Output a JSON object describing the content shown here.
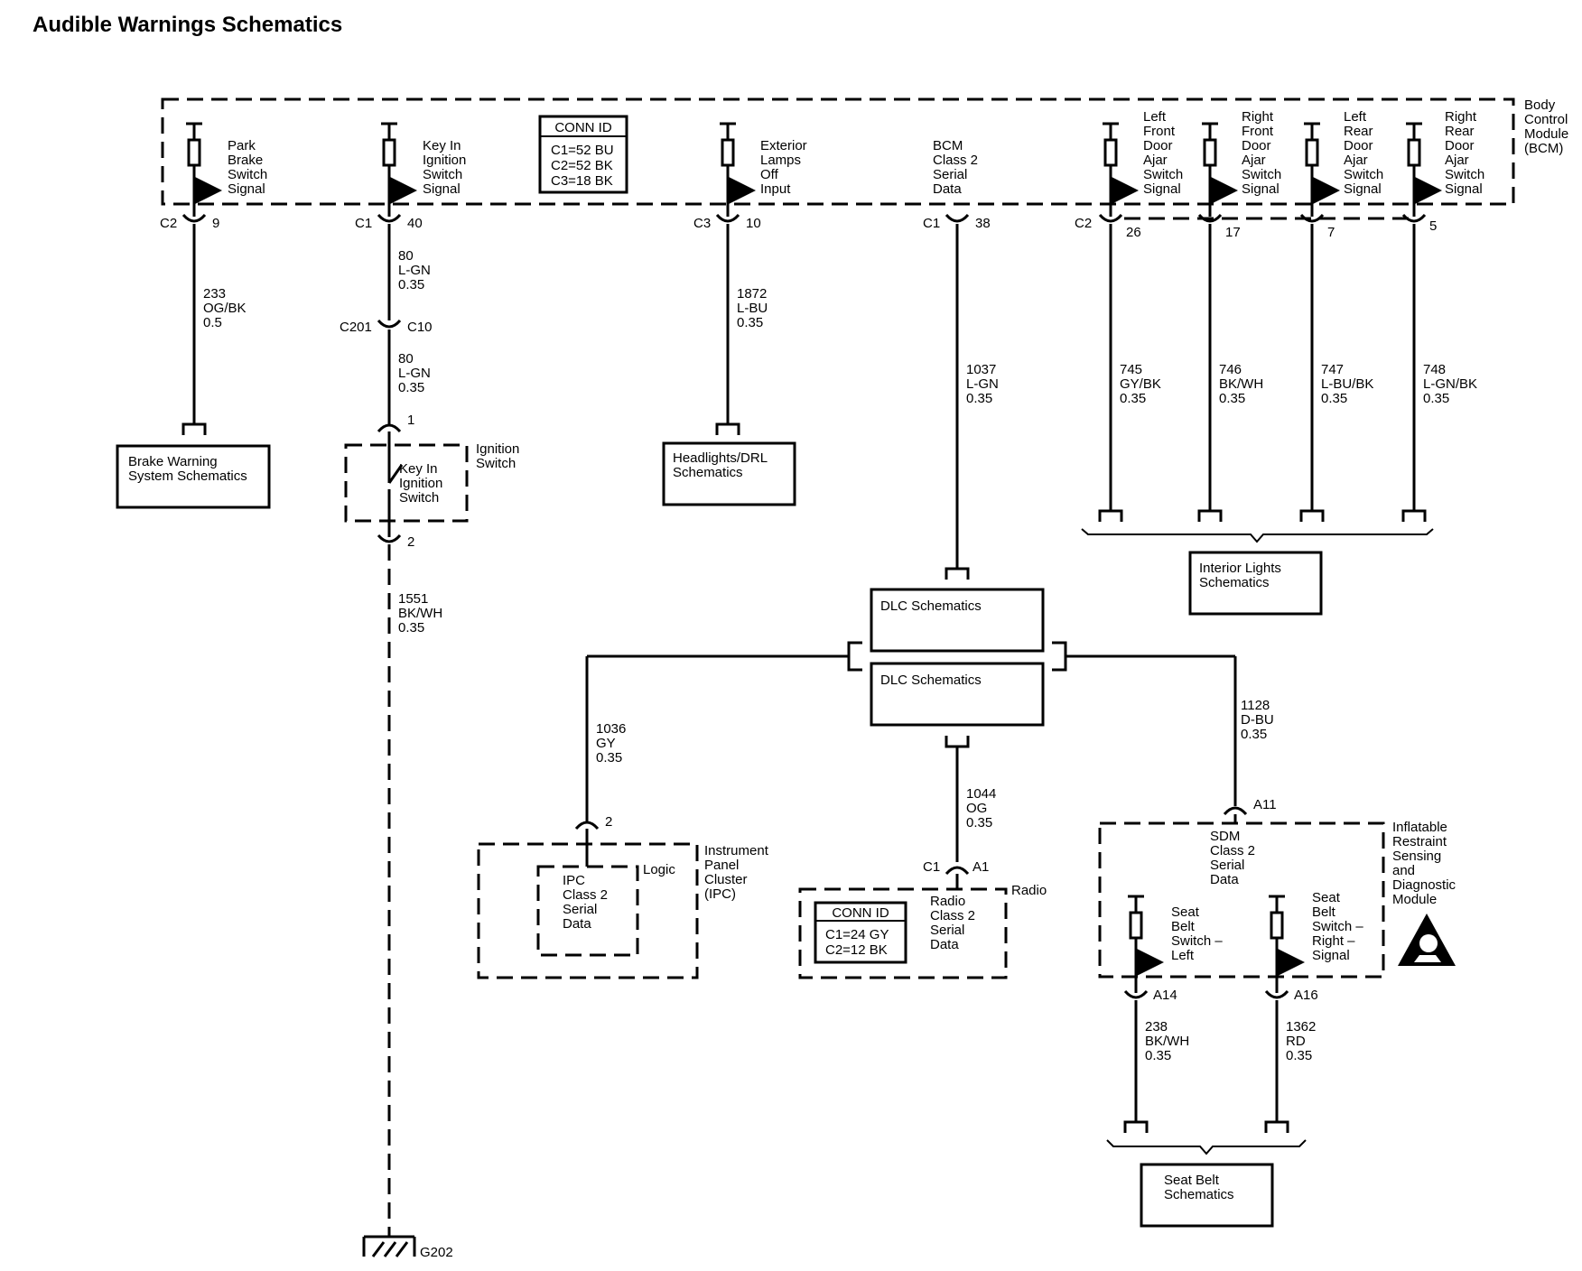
{
  "title": "Audible Warnings Schematics",
  "bcm": {
    "label": [
      "Body",
      "Control",
      "Module",
      "(BCM)"
    ],
    "conn_id": {
      "header": "CONN ID",
      "rows": [
        "C1=52 BU",
        "C2=52 BK",
        "C3=18 BK"
      ]
    },
    "signals": {
      "park_brake": [
        "Park",
        "Brake",
        "Switch",
        "Signal"
      ],
      "key_in": [
        "Key In",
        "Ignition",
        "Switch",
        "Signal"
      ],
      "exterior_lamps": [
        "Exterior",
        "Lamps",
        "Off",
        "Input"
      ],
      "bcm_class2": [
        "BCM",
        "Class 2",
        "Serial",
        "Data"
      ],
      "lf_door": [
        "Left",
        "Front",
        "Door",
        "Ajar",
        "Switch",
        "Signal"
      ],
      "rf_door": [
        "Right",
        "Front",
        "Door",
        "Ajar",
        "Switch",
        "Signal"
      ],
      "lr_door": [
        "Left",
        "Rear",
        "Door",
        "Ajar",
        "Switch",
        "Signal"
      ],
      "rr_door": [
        "Right",
        "Rear",
        "Door",
        "Ajar",
        "Switch",
        "Signal"
      ]
    }
  },
  "connectors": {
    "park_brake": {
      "conn": "C2",
      "pin": "9"
    },
    "key_in": {
      "conn": "C1",
      "pin": "40"
    },
    "exterior_lamps": {
      "conn": "C3",
      "pin": "10"
    },
    "bcm_class2": {
      "conn": "C1",
      "pin": "38"
    },
    "door_conn": "C2",
    "lf_pin": "26",
    "rf_pin": "17",
    "lr_pin": "7",
    "rr_pin": "5",
    "inline_left": "C201",
    "inline_right": "C10",
    "ign_pin1": "1",
    "ign_pin2": "2",
    "ground": "G202"
  },
  "wires": {
    "w233": [
      "233",
      "OG/BK",
      "0.5"
    ],
    "w80a": [
      "80",
      "L-GN",
      "0.35"
    ],
    "w80b": [
      "80",
      "L-GN",
      "0.35"
    ],
    "w1551": [
      "1551",
      "BK/WH",
      "0.35"
    ],
    "w1872": [
      "1872",
      "L-BU",
      "0.35"
    ],
    "w1037": [
      "1037",
      "L-GN",
      "0.35"
    ],
    "w745": [
      "745",
      "GY/BK",
      "0.35"
    ],
    "w746": [
      "746",
      "BK/WH",
      "0.35"
    ],
    "w747": [
      "747",
      "L-BU/BK",
      "0.35"
    ],
    "w748": [
      "748",
      "L-GN/BK",
      "0.35"
    ],
    "w1036": [
      "1036",
      "GY",
      "0.35"
    ],
    "w1044": [
      "1044",
      "OG",
      "0.35"
    ],
    "w1128": [
      "1128",
      "D-BU",
      "0.35"
    ],
    "w238": [
      "238",
      "BK/WH",
      "0.35"
    ],
    "w1362": [
      "1362",
      "RD",
      "0.35"
    ]
  },
  "refs": {
    "brake_warning": [
      "Brake Warning",
      "System Schematics"
    ],
    "headlights": [
      "Headlights/DRL",
      "Schematics"
    ],
    "interior_lights": [
      "Interior Lights",
      "Schematics"
    ],
    "dlc1": "DLC Schematics",
    "dlc2": "DLC Schematics",
    "seat_belt": [
      "Seat Belt",
      "Schematics"
    ]
  },
  "ignition_switch": {
    "label": [
      "Ignition",
      "Switch"
    ],
    "inner": [
      "Key In",
      "Ignition",
      "Switch"
    ]
  },
  "ipc": {
    "pin": "2",
    "label": [
      "Instrument",
      "Panel",
      "Cluster",
      "(IPC)"
    ],
    "logic": "Logic",
    "inner": [
      "IPC",
      "Class 2",
      "Serial",
      "Data"
    ]
  },
  "radio": {
    "conn": "C1",
    "pin": "A1",
    "label": "Radio",
    "inner": [
      "Radio",
      "Class 2",
      "Serial",
      "Data"
    ],
    "conn_id": {
      "header": "CONN ID",
      "rows": [
        "C1=24 GY",
        "C2=12 BK"
      ]
    }
  },
  "sdm": {
    "pin": "A11",
    "label": [
      "Inflatable",
      "Restraint",
      "Sensing",
      "and",
      "Diagnostic",
      "Module"
    ],
    "inner": [
      "SDM",
      "Class 2",
      "Serial",
      "Data"
    ],
    "seat_left": [
      "Seat",
      "Belt",
      "Switch –",
      "Left"
    ],
    "seat_right": [
      "Seat",
      "Belt",
      "Switch –",
      "Right –",
      "Signal"
    ],
    "pin_left": "A14",
    "pin_right": "A16"
  }
}
